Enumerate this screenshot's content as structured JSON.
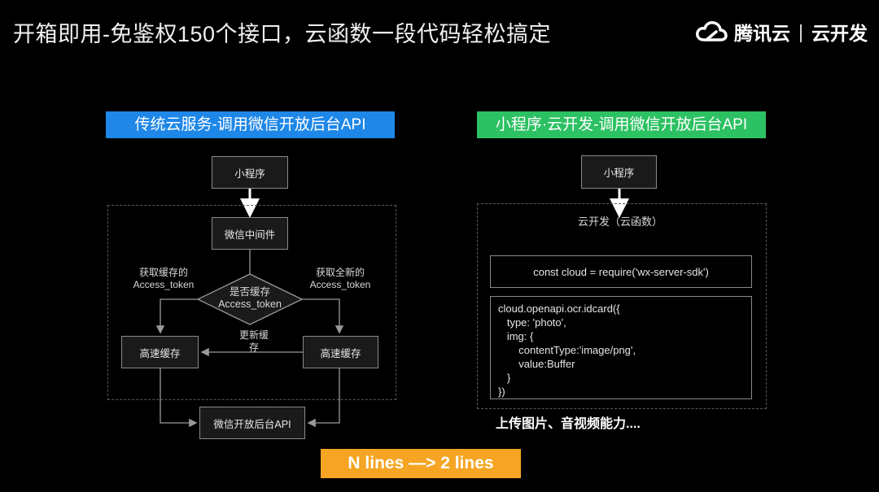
{
  "slide": {
    "title": "开箱即用-免鉴权150个接口，云函数一段代码轻松搞定"
  },
  "logo": {
    "brand": "腾讯云",
    "product": "云开发",
    "separator": "|"
  },
  "left": {
    "header": "传统云服务-调用微信开放后台API",
    "mini_program": "小程序",
    "middleware": "微信中间件",
    "decision": [
      "是否缓存",
      "Access_token"
    ],
    "cache_left": "高速缓存",
    "cache_right": "高速缓存",
    "label_cached": [
      "获取缓存的",
      "Access_token"
    ],
    "label_new": [
      "获取全新的",
      "Access_token"
    ],
    "label_update": [
      "更新缓",
      "存"
    ],
    "backend_api": "微信开放后台API"
  },
  "right": {
    "header": "小程序·云开发-调用微信开放后台API",
    "mini_program": "小程序",
    "cloud_function": "云开发（云函数）",
    "require_line": "const cloud = require('wx-server-sdk')",
    "code_lines": [
      "cloud.openapi.ocr.idcard({",
      "   type: 'photo',",
      "   img: {",
      "       contentType:'image/png',",
      "       value:Buffer",
      "   }",
      "})"
    ],
    "note": "上传图片、音视频能力...."
  },
  "banner": {
    "text": "N lines —>  2 lines"
  },
  "colors": {
    "blue": "#1e87e8",
    "green": "#2cc162",
    "orange": "#f5a523"
  }
}
